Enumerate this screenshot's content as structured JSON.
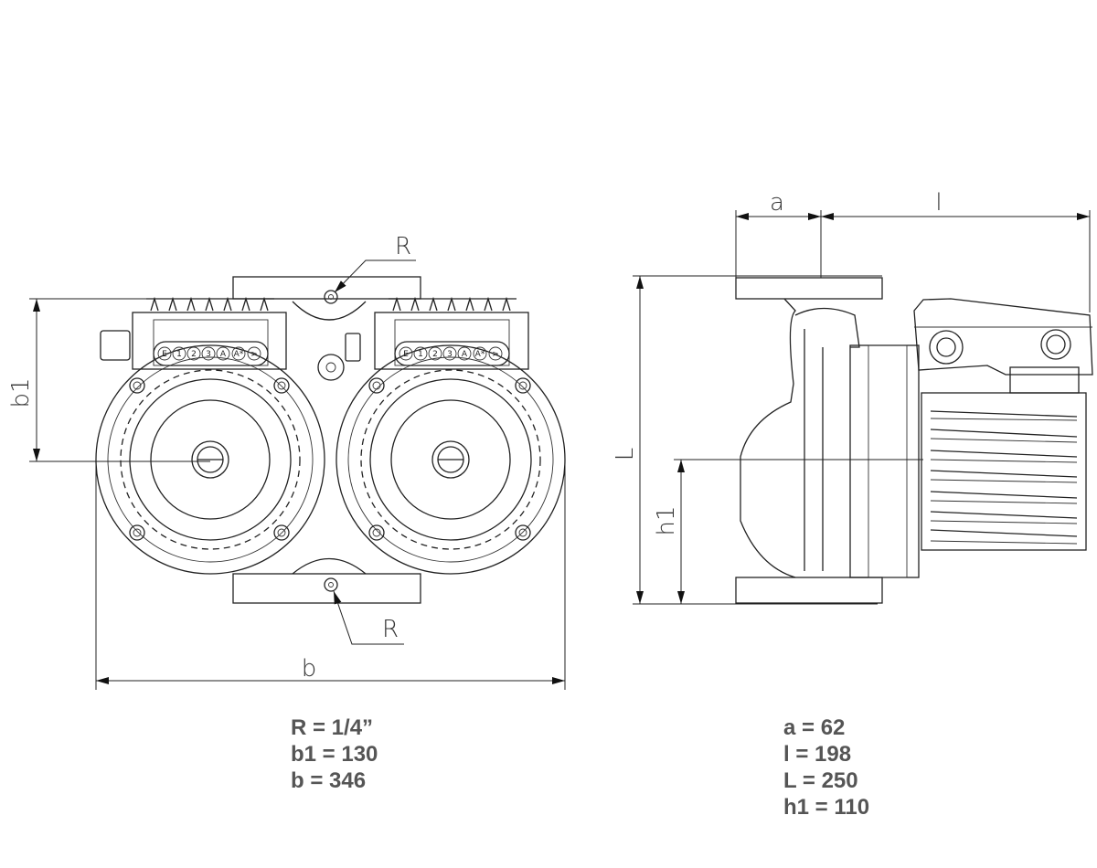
{
  "front_view": {
    "labels": {
      "R_top": "R",
      "R_bottom": "R",
      "b1": "b1",
      "b": "b"
    },
    "panel_buttons": [
      "E",
      "1",
      "2",
      "3",
      "A",
      "A*",
      ">"
    ]
  },
  "side_view": {
    "labels": {
      "a": "a",
      "l": "l",
      "L": "L",
      "h1": "h1"
    }
  },
  "specs_left": [
    "R = 1/4”",
    "b1 = 130",
    "b = 346"
  ],
  "specs_right": [
    "a = 62",
    "l = 198",
    "L = 250",
    "h1 = 110"
  ]
}
